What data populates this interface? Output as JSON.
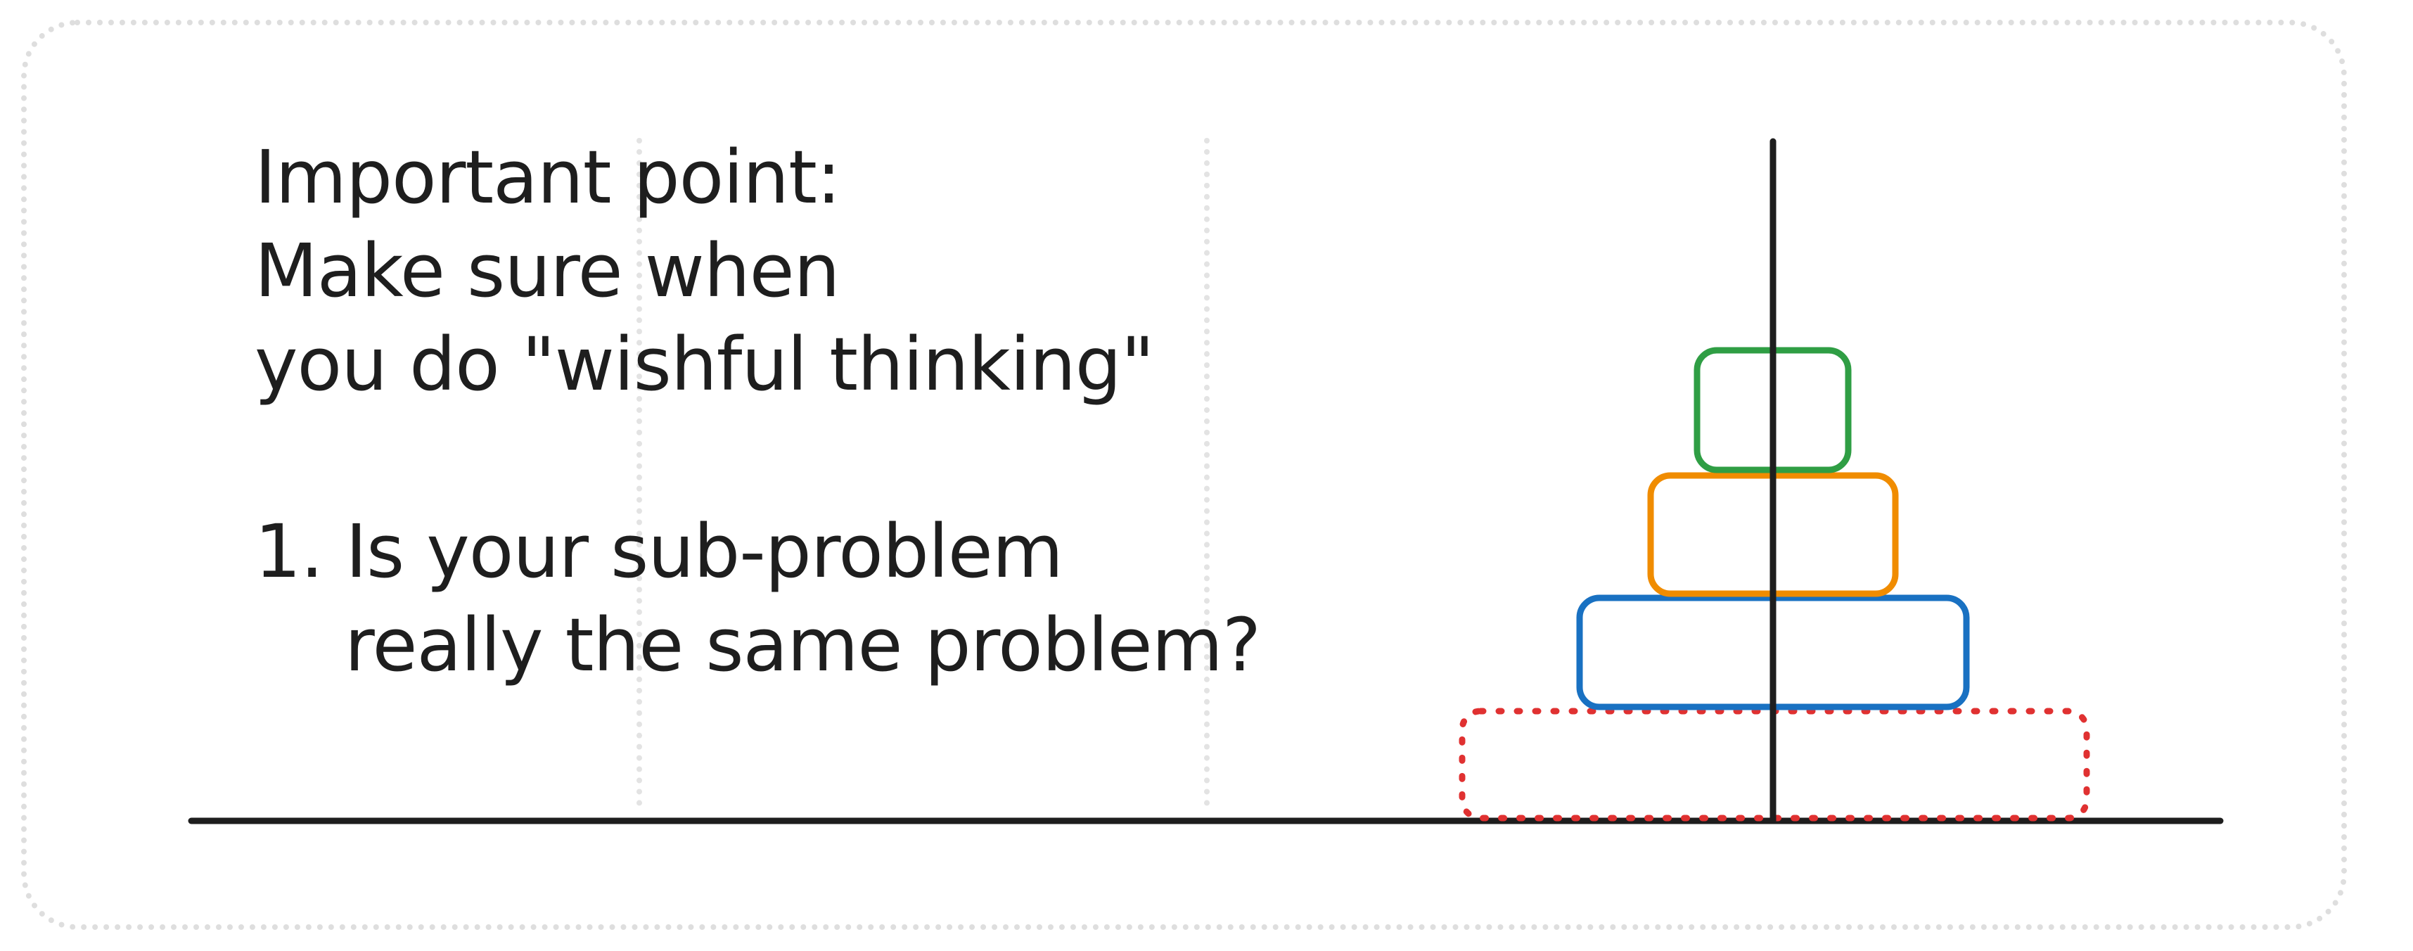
{
  "note": {
    "heading": "Important point:",
    "line1": "Make sure when",
    "line2": "you do \"wishful thinking\"",
    "item1_line1": "1. Is your sub-problem",
    "item1_line2": "really the same problem?"
  },
  "colors": {
    "ink": "#1e1e1e",
    "disk_small": "#2f9e44",
    "disk_medium": "#f08c00",
    "disk_large": "#1971c2",
    "placeholder_disk": "#e03131",
    "frame": "#dedede"
  }
}
